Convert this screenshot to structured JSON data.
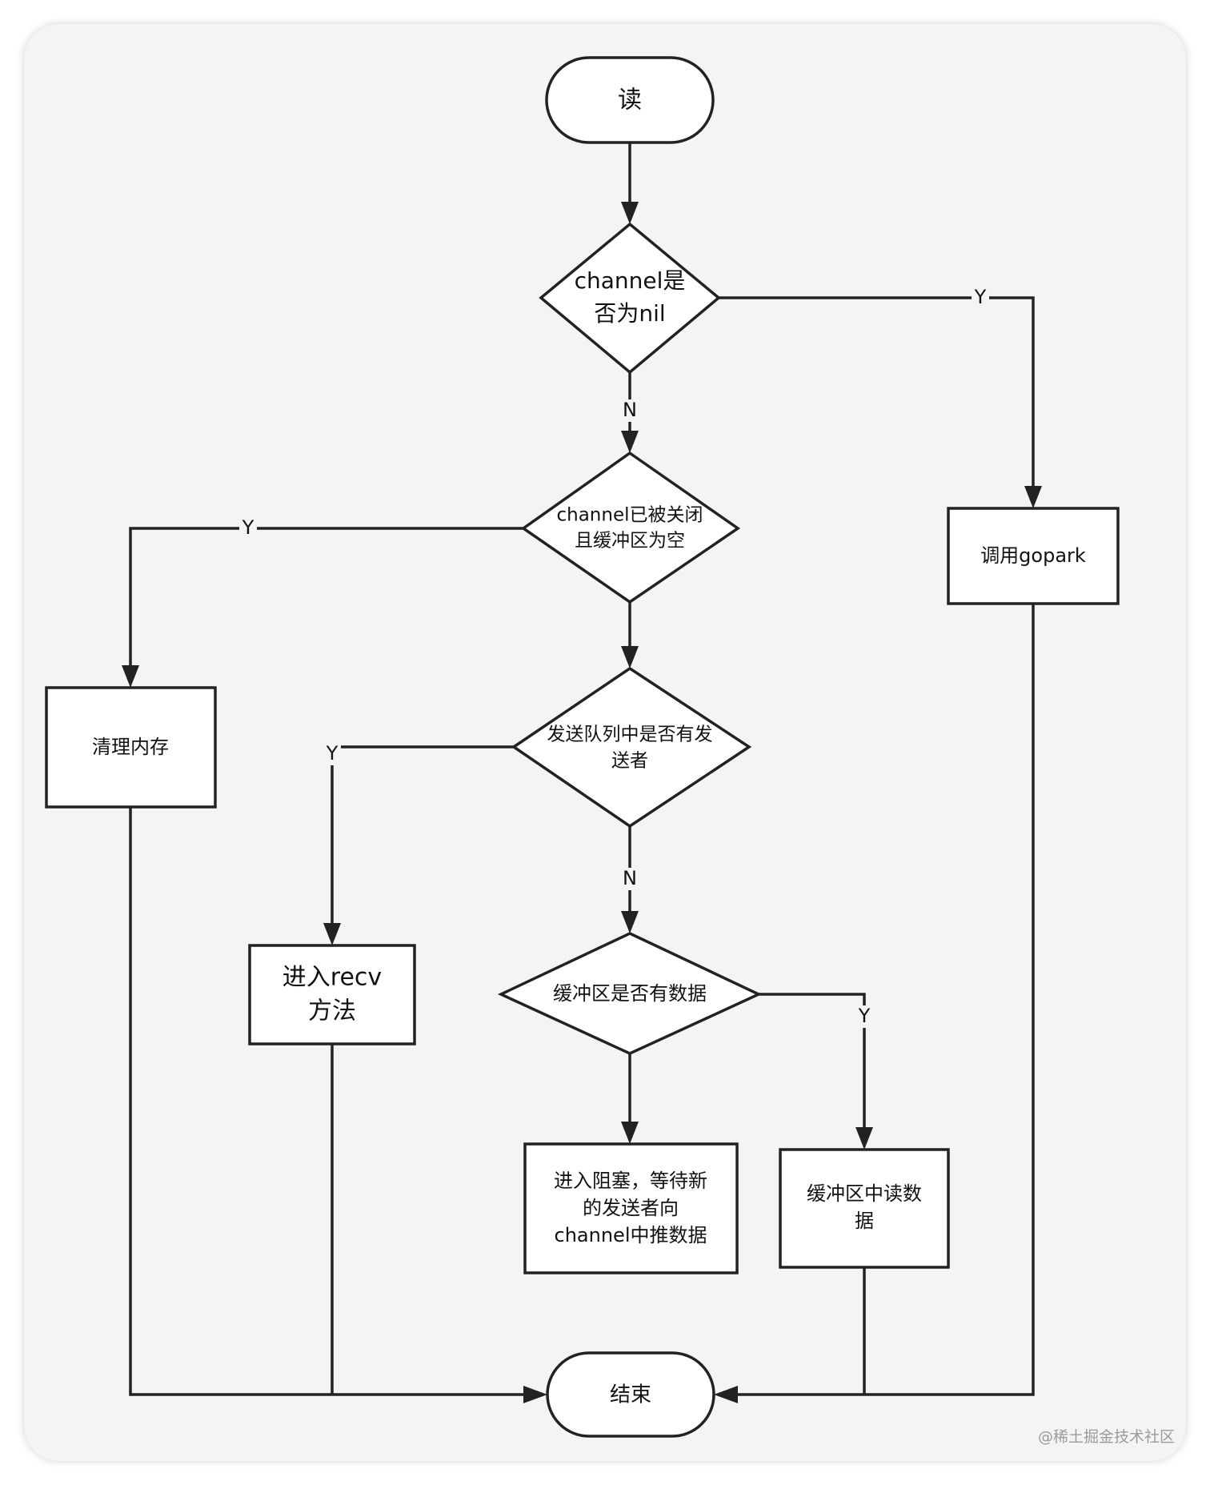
{
  "nodes": {
    "start": "读",
    "nil_check": [
      "channel是",
      "否为nil"
    ],
    "closed_check": [
      "channel已被关闭",
      "且缓冲区为空"
    ],
    "sender_check": [
      "发送队列中是否有发",
      "送者"
    ],
    "buffer_check": "缓冲区是否有数据",
    "gopark": "调用gopark",
    "clean_memory": "清理内存",
    "recv": [
      "进入recv",
      "方法"
    ],
    "block": [
      "进入阻塞，等待新",
      "的发送者向",
      "channel中推数据"
    ],
    "read_buffer": [
      "缓冲区中读数",
      "据"
    ],
    "end": "结束"
  },
  "edge_labels": {
    "nil_yes": "Y",
    "nil_no": "N",
    "closed_yes": "Y",
    "sender_yes": "Y",
    "sender_no": "N",
    "buffer_yes": "Y"
  },
  "watermark": "@稀土掘金技术社区"
}
